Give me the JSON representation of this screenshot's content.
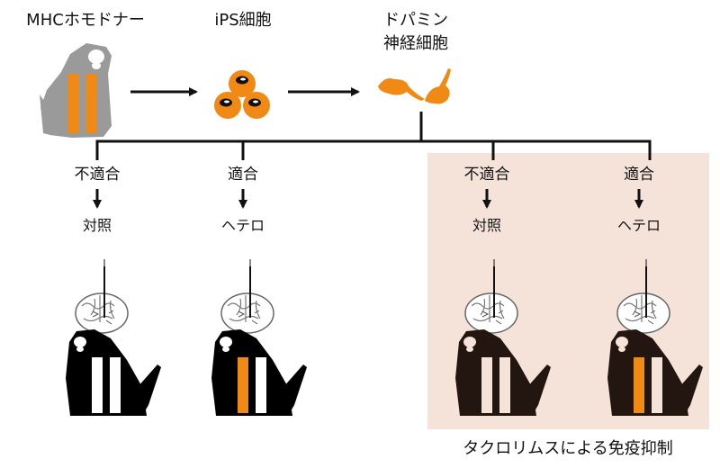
{
  "top": {
    "donor_label": "MHCホモドナー",
    "ips_label": "iPS細胞",
    "neuron_label_line1": "ドパミン",
    "neuron_label_line2": "神経細胞"
  },
  "branches": [
    {
      "match": "不適合",
      "group": "対照",
      "graft_bar": "white"
    },
    {
      "match": "適合",
      "group": "ヘテロ",
      "graft_bar": "orange"
    },
    {
      "match": "不適合",
      "group": "対照",
      "graft_bar": "white"
    },
    {
      "match": "適合",
      "group": "ヘテロ",
      "graft_bar": "orange"
    }
  ],
  "immunosuppression_caption": "タクロリムスによる免疫抑制",
  "colors": {
    "orange": "#f08a14",
    "donor_gray": "#9a9a9a",
    "box_bg": "#f5e3da",
    "monkey_black": "#000000",
    "monkey_dark_brown": "#231610"
  }
}
